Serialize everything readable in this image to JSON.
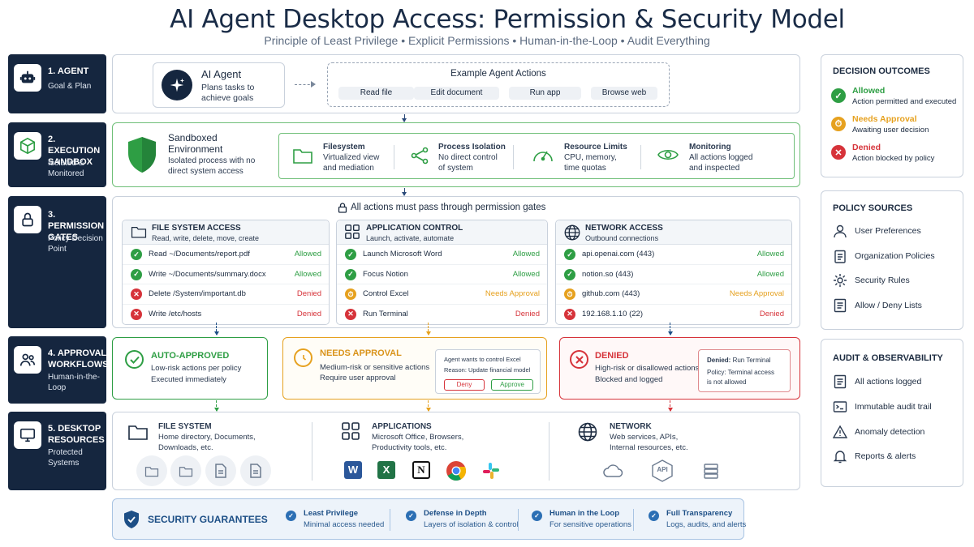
{
  "title": "AI Agent Desktop Access: Permission & Security Model",
  "subtitle": "Principle of Least Privilege • Explicit Permissions • Human-in-the-Loop • Audit Everything",
  "stages": [
    {
      "title": "1. AGENT",
      "desc": "Goal & Plan",
      "icon": "robot-icon"
    },
    {
      "title": "2. EXECUTION SANDBOX",
      "desc": "Isolated & Monitored",
      "icon": "cube-icon"
    },
    {
      "title": "3. PERMISSION GATES",
      "desc": "Policy Decision Point",
      "icon": "lock-icon"
    },
    {
      "title": "4. APPROVAL WORKFLOWS",
      "desc": "Human-in-the-Loop",
      "icon": "users-icon"
    },
    {
      "title": "5. DESKTOP RESOURCES",
      "desc": "Protected Systems",
      "icon": "monitor-icon"
    }
  ],
  "agent": {
    "name": "AI Agent",
    "desc": "Plans tasks to achieve goals",
    "examples_title": "Example Agent Actions",
    "examples": [
      "Read file",
      "Edit document",
      "Run app",
      "Browse web"
    ]
  },
  "sandbox": {
    "title": "Sandboxed Environment",
    "desc": "Isolated process with no direct system access",
    "features": [
      {
        "title": "Filesystem",
        "desc": "Virtualized view and mediation",
        "icon": "folder-icon"
      },
      {
        "title": "Process Isolation",
        "desc": "No direct control of system",
        "icon": "share-icon"
      },
      {
        "title": "Resource Limits",
        "desc": "CPU, memory, time quotas",
        "icon": "gauge-icon"
      },
      {
        "title": "Monitoring",
        "desc": "All actions logged and inspected",
        "icon": "eye-icon"
      }
    ]
  },
  "gates": {
    "banner": "All actions must pass through permission gates",
    "tables": [
      {
        "title": "FILE SYSTEM ACCESS",
        "subtitle": "Read, write, delete, move, create",
        "icon": "folder-icon",
        "rows": [
          {
            "text": "Read ~/Documents/report.pdf",
            "status": "Allowed",
            "kind": "allowed"
          },
          {
            "text": "Write ~/Documents/summary.docx",
            "status": "Allowed",
            "kind": "allowed"
          },
          {
            "text": "Delete /System/important.db",
            "status": "Denied",
            "kind": "denied"
          },
          {
            "text": "Write /etc/hosts",
            "status": "Denied",
            "kind": "denied"
          }
        ]
      },
      {
        "title": "APPLICATION CONTROL",
        "subtitle": "Launch, activate, automate",
        "icon": "apps-grid-icon",
        "rows": [
          {
            "text": "Launch Microsoft Word",
            "status": "Allowed",
            "kind": "allowed"
          },
          {
            "text": "Focus Notion",
            "status": "Allowed",
            "kind": "allowed"
          },
          {
            "text": "Control Excel",
            "status": "Needs Approval",
            "kind": "approval"
          },
          {
            "text": "Run Terminal",
            "status": "Denied",
            "kind": "denied"
          }
        ]
      },
      {
        "title": "NETWORK ACCESS",
        "subtitle": "Outbound connections",
        "icon": "globe-icon",
        "rows": [
          {
            "text": "api.openai.com (443)",
            "status": "Allowed",
            "kind": "allowed"
          },
          {
            "text": "notion.so (443)",
            "status": "Allowed",
            "kind": "allowed"
          },
          {
            "text": "github.com (443)",
            "status": "Needs Approval",
            "kind": "approval"
          },
          {
            "text": "192.168.1.10 (22)",
            "status": "Denied",
            "kind": "denied"
          }
        ]
      }
    ]
  },
  "approvals": {
    "auto": {
      "title": "AUTO-APPROVED",
      "desc1": "Low-risk actions per policy",
      "desc2": "Executed immediately"
    },
    "needs": {
      "title": "NEEDS APPROVAL",
      "desc1": "Medium-risk or sensitive actions",
      "desc2": "Require user approval",
      "dialog_line1": "Agent wants to control Excel",
      "dialog_line2": "Reason: Update financial model",
      "deny": "Deny",
      "approve": "Approve"
    },
    "denied": {
      "title": "DENIED",
      "desc1": "High-risk or disallowed actions",
      "desc2": "Blocked and logged",
      "note_label": "Denied:",
      "note_value": "Run Terminal",
      "note_line2": "Policy: Terminal access",
      "note_line3": "is not allowed"
    }
  },
  "resources": [
    {
      "title": "FILE SYSTEM",
      "desc": "Home directory, Documents, Downloads, etc.",
      "icon": "folder-icon"
    },
    {
      "title": "APPLICATIONS",
      "desc": "Microsoft Office, Browsers, Productivity tools, etc.",
      "icon": "apps-grid-icon"
    },
    {
      "title": "NETWORK",
      "desc": "Web services, APIs, Internal resources, etc.",
      "icon": "globe-icon"
    }
  ],
  "resource_icons": {
    "files": [
      "folder-icon",
      "folder-icon",
      "document-icon",
      "document-icon"
    ],
    "apps": [
      "word-icon",
      "excel-icon",
      "notion-icon",
      "chrome-icon",
      "slack-icon"
    ],
    "network": [
      "cloud-icon",
      "api-icon",
      "server-icon"
    ],
    "word_letter": "W",
    "excel_letter": "X",
    "notion_letter": "N",
    "api_label": "API"
  },
  "guarantees": {
    "title": "SECURITY GUARANTEES",
    "items": [
      {
        "title": "Least Privilege",
        "desc": "Minimal access needed"
      },
      {
        "title": "Defense in Depth",
        "desc": "Layers of isolation & control"
      },
      {
        "title": "Human in the Loop",
        "desc": "For sensitive operations"
      },
      {
        "title": "Full Transparency",
        "desc": "Logs, audits, and alerts"
      }
    ]
  },
  "decision_outcomes": {
    "title": "DECISION OUTCOMES",
    "items": [
      {
        "title": "Allowed",
        "desc": "Action permitted and executed",
        "kind": "allowed"
      },
      {
        "title": "Needs Approval",
        "desc": "Awaiting user decision",
        "kind": "approval"
      },
      {
        "title": "Denied",
        "desc": "Action blocked by policy",
        "kind": "denied"
      }
    ]
  },
  "policy_sources": {
    "title": "POLICY SOURCES",
    "items": [
      {
        "label": "User Preferences",
        "icon": "user-icon"
      },
      {
        "label": "Organization Policies",
        "icon": "clipboard-icon"
      },
      {
        "label": "Security Rules",
        "icon": "gear-icon"
      },
      {
        "label": "Allow / Deny Lists",
        "icon": "list-icon"
      }
    ]
  },
  "audit": {
    "title": "AUDIT & OBSERVABILITY",
    "items": [
      {
        "label": "All actions logged",
        "icon": "log-icon"
      },
      {
        "label": "Immutable audit trail",
        "icon": "terminal-icon"
      },
      {
        "label": "Anomaly detection",
        "icon": "warning-icon"
      },
      {
        "label": "Reports & alerts",
        "icon": "bell-icon"
      }
    ]
  },
  "colors": {
    "navy": "#15263f",
    "allowed": "#2e9e44",
    "approval": "#e6a11f",
    "denied": "#d6333a",
    "blue": "#2c6fb4"
  }
}
